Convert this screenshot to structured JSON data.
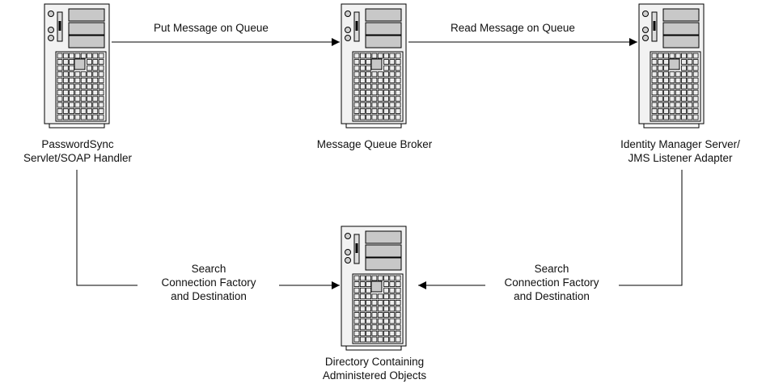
{
  "nodes": {
    "passwordsync": {
      "label_lines": [
        "PasswordSync",
        "Servlet/SOAP Handler"
      ],
      "icon": "server-tower-icon"
    },
    "broker": {
      "label_lines": [
        "Message Queue Broker"
      ],
      "icon": "server-tower-icon"
    },
    "idm": {
      "label_lines": [
        "Identity Manager Server/",
        "JMS Listener Adapter"
      ],
      "icon": "server-tower-icon"
    },
    "directory": {
      "label_lines": [
        "Directory Containing",
        "Administered Objects"
      ],
      "icon": "server-tower-icon"
    }
  },
  "edges": {
    "put": {
      "label": "Put Message on Queue"
    },
    "read": {
      "label": "Read Message on Queue"
    },
    "search_left": {
      "label_lines": [
        "Search",
        "Connection Factory",
        "and Destination"
      ]
    },
    "search_right": {
      "label_lines": [
        "Search",
        "Connection Factory",
        "and Destination"
      ]
    }
  }
}
